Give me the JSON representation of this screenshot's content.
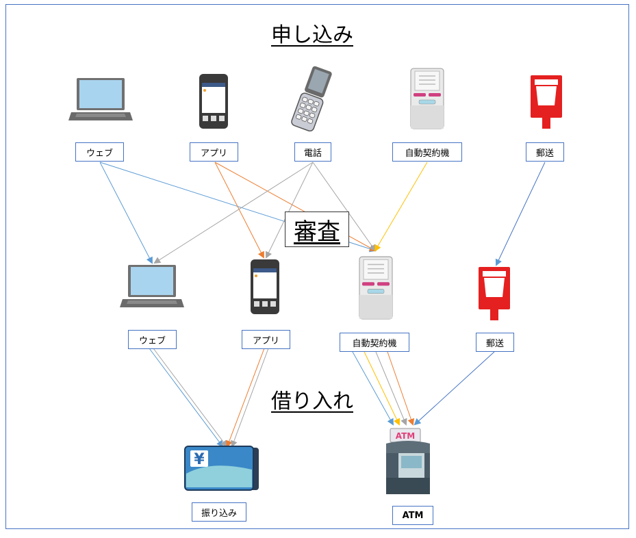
{
  "headings": {
    "apply": "申し込み",
    "review": "審査",
    "borrow": "借り入れ"
  },
  "apply_methods": [
    "ウェブ",
    "アプリ",
    "電話",
    "自動契約機",
    "郵送"
  ],
  "review_methods": [
    "ウェブ",
    "アプリ",
    "自動契約機",
    "郵送"
  ],
  "borrow_methods": [
    "振り込み",
    "ATM"
  ],
  "atm_sign": "ATM",
  "yen_symbol": "¥",
  "colors": {
    "frame": "#4472c4",
    "blue": "#5b9bd5",
    "orange": "#ed7d31",
    "gray": "#a5a5a5",
    "yellow": "#ffc000"
  },
  "icons": [
    "laptop-icon",
    "smartphone-icon",
    "flip-phone-icon",
    "kiosk-icon",
    "mailbox-icon",
    "bank-card-icon",
    "atm-icon"
  ]
}
